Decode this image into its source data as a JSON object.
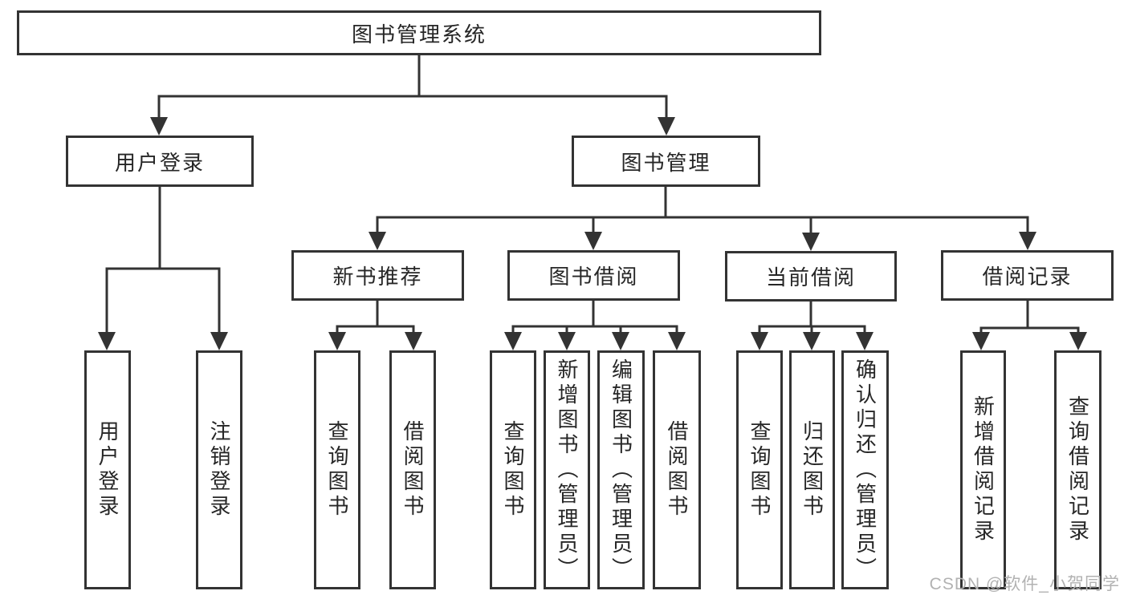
{
  "diagram_type": "hierarchy-tree",
  "colors": {
    "background": "#ffffff",
    "line": "#333333",
    "box_border": "#333333",
    "text": "#262626",
    "watermark": "#b2b2b2"
  },
  "watermark": {
    "text": "CSDN @软件_小贺同学"
  },
  "tree": {
    "label": "图书管理系统",
    "children": [
      {
        "label": "用户登录",
        "children": [
          {
            "label": "用户登录"
          },
          {
            "label": "注销登录"
          }
        ]
      },
      {
        "label": "图书管理",
        "children": [
          {
            "label": "新书推荐",
            "children": [
              {
                "label": "查询图书"
              },
              {
                "label": "借阅图书"
              }
            ]
          },
          {
            "label": "图书借阅",
            "children": [
              {
                "label": "查询图书"
              },
              {
                "label": "新增图书（管理员）"
              },
              {
                "label": "编辑图书（管理员）"
              },
              {
                "label": "借阅图书"
              }
            ]
          },
          {
            "label": "当前借阅",
            "children": [
              {
                "label": "查询图书"
              },
              {
                "label": "归还图书"
              },
              {
                "label": "确认归还（管理员）"
              }
            ]
          },
          {
            "label": "借阅记录",
            "children": [
              {
                "label": "新增借阅记录"
              },
              {
                "label": "查询借阅记录"
              }
            ]
          }
        ]
      }
    ]
  }
}
